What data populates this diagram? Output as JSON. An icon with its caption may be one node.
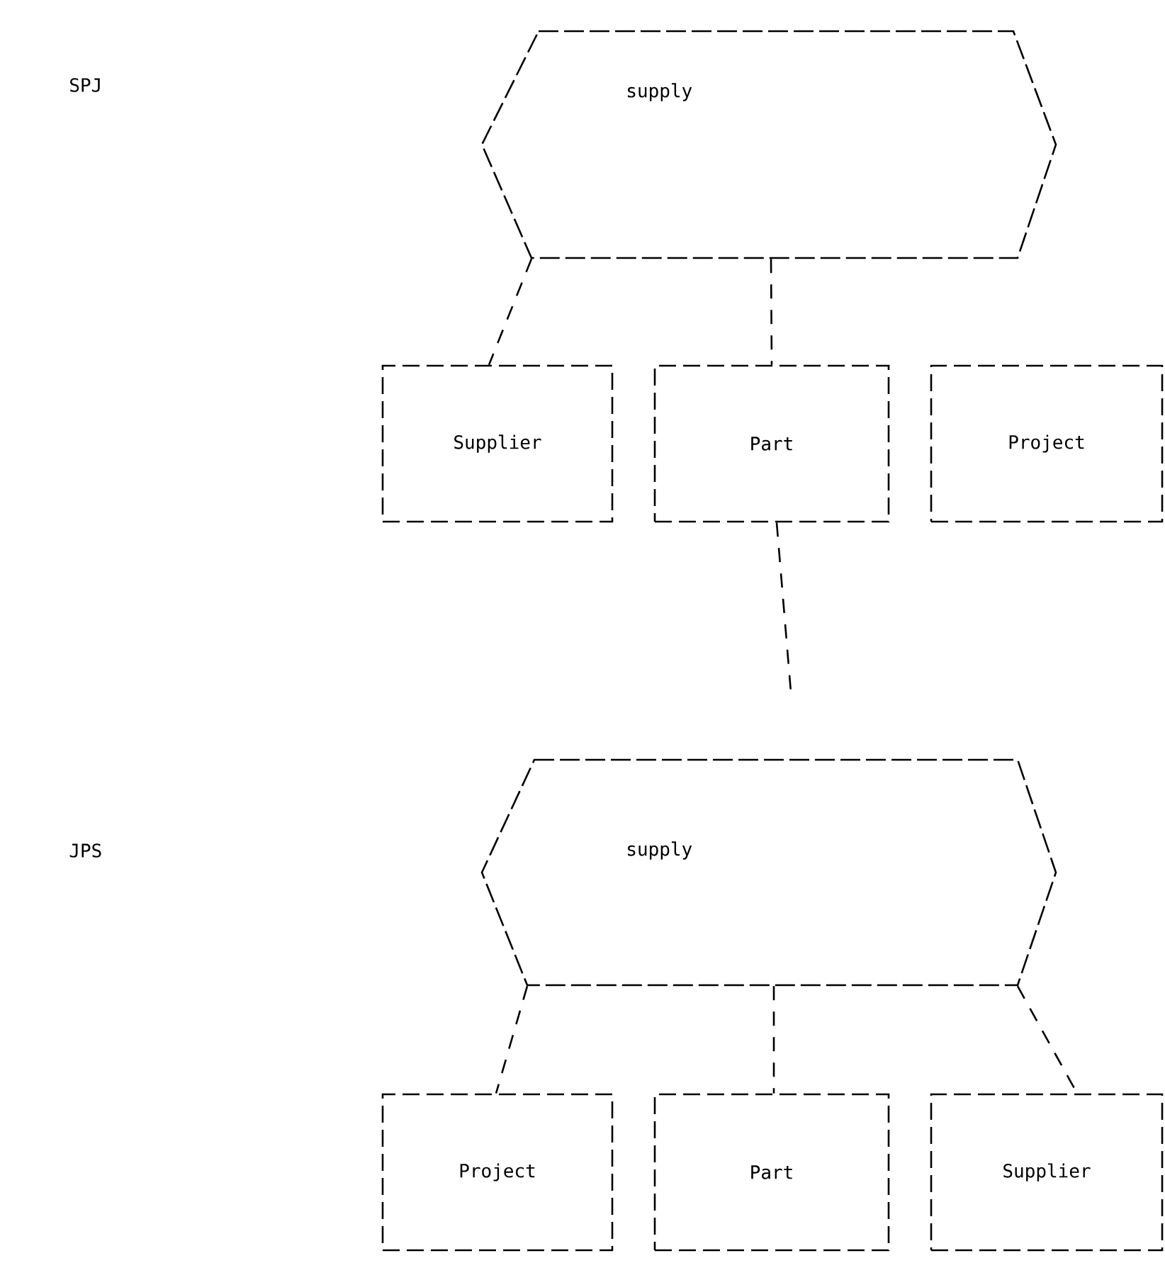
{
  "diagram": {
    "nodes": [
      {
        "text": [
          "supply"
        ]
      },
      {
        "text": [
          "Supplier"
        ]
      },
      {
        "text": [
          "Part"
        ]
      },
      {
        "text": [
          "Project"
        ]
      },
      {
        "text": [
          "supply"
        ]
      },
      {
        "text": [
          "Project"
        ]
      },
      {
        "text": [
          "Part"
        ]
      },
      {
        "text": [
          "Supplier"
        ]
      }
    ],
    "edges": [
      {
        "from": 0,
        "to": 1,
        "arrow": "none"
      },
      {
        "from": 0,
        "to": 2,
        "arrow": "none"
      },
      {
        "from": 2,
        "to": null,
        "arrow": "none"
      },
      {
        "from": 4,
        "to": 5,
        "arrow": "none"
      },
      {
        "from": 4,
        "to": 6,
        "arrow": "none"
      },
      {
        "from": 4,
        "to": 7,
        "arrow": "none"
      }
    ],
    "labels": [
      "SPJ",
      "JPS"
    ]
  }
}
